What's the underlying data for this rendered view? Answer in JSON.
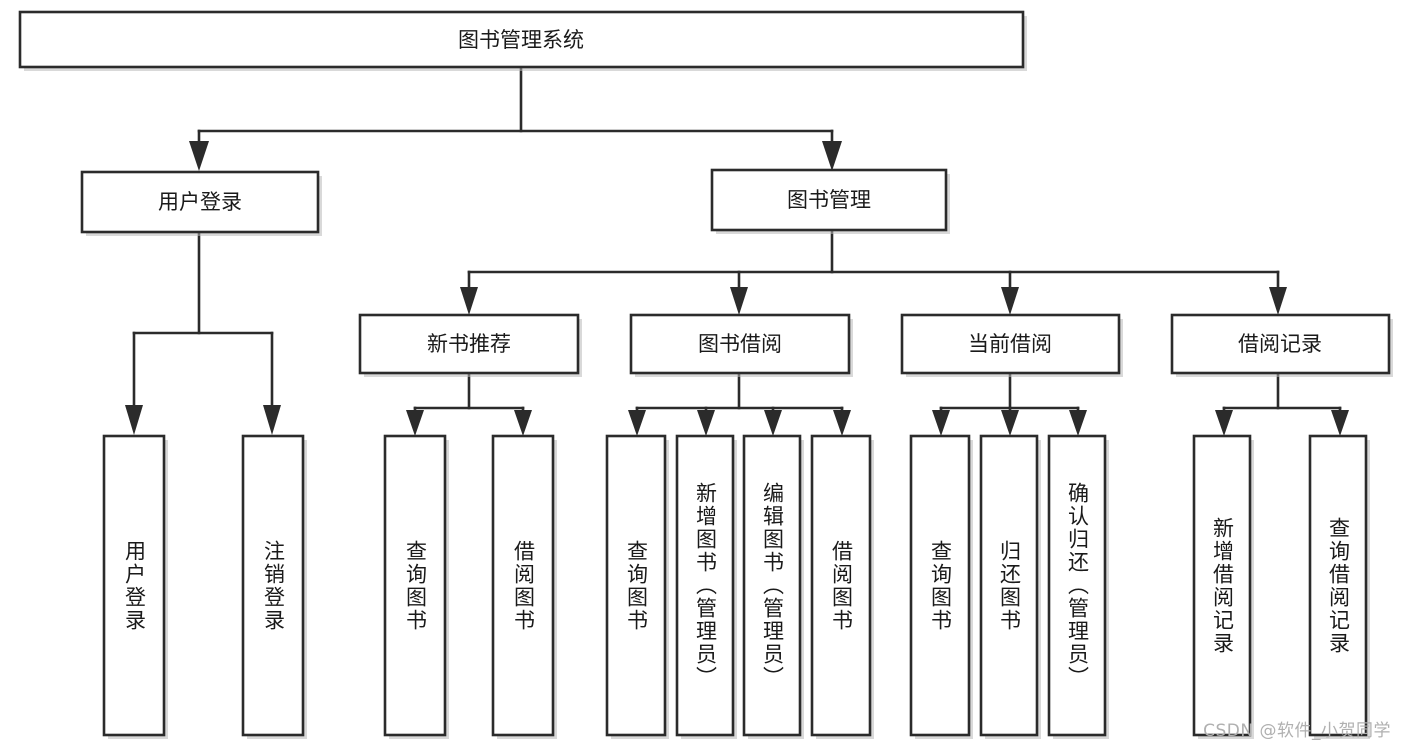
{
  "diagram": {
    "title": "图书管理系统",
    "type": "tree-hierarchy",
    "watermark": "CSDN @软件_小贺同学",
    "colors": {
      "background": "#ffffff",
      "box_fill": "#ffffff",
      "box_stroke": "#2b2b2b",
      "text": "#1a1a1a",
      "watermark": "#b0b0b0",
      "shadow": "#b9b9b9"
    },
    "root": {
      "label": "图书管理系统"
    },
    "level1": [
      {
        "label": "用户登录"
      },
      {
        "label": "图书管理"
      }
    ],
    "level2": [
      {
        "label": "新书推荐"
      },
      {
        "label": "图书借阅"
      },
      {
        "label": "当前借阅"
      },
      {
        "label": "借阅记录"
      }
    ],
    "leaves": {
      "user_login": [
        {
          "label": "用户登录"
        },
        {
          "label": "注销登录"
        }
      ],
      "new_book_recommend": [
        {
          "label": "查询图书"
        },
        {
          "label": "借阅图书"
        }
      ],
      "book_borrow": [
        {
          "label": "查询图书"
        },
        {
          "label": "新增图书（管理员）"
        },
        {
          "label": "编辑图书（管理员）"
        },
        {
          "label": "借阅图书"
        }
      ],
      "current_borrow": [
        {
          "label": "查询图书"
        },
        {
          "label": "归还图书"
        },
        {
          "label": "确认归还（管理员）"
        }
      ],
      "borrow_record": [
        {
          "label": "新增借阅记录"
        },
        {
          "label": "查询借阅记录"
        }
      ]
    }
  }
}
